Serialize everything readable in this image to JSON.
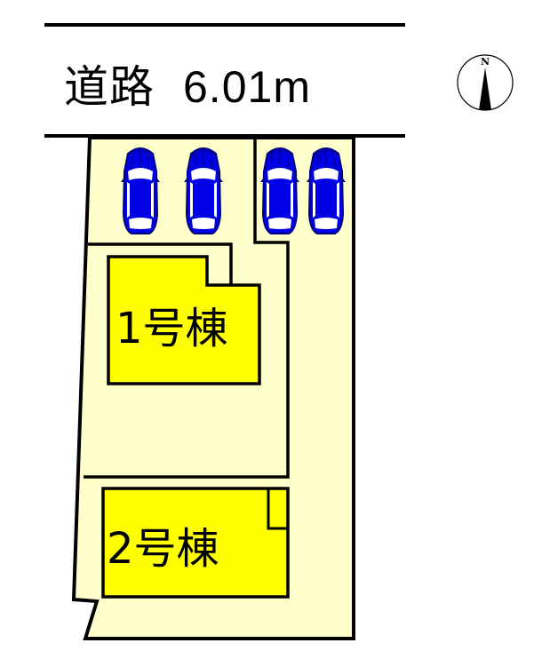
{
  "road": {
    "name": "道路",
    "width": "6.01m"
  },
  "compass": {
    "label": "N"
  },
  "buildings": [
    {
      "label": "1号棟",
      "color": "#ffff00"
    },
    {
      "label": "2号棟",
      "color": "#ffff00"
    }
  ],
  "colors": {
    "lot_fill": "#ffffcc",
    "building_fill": "#ffff00",
    "car_body": "#0000e6",
    "car_outline": "#000080",
    "line": "#000000"
  },
  "parking": {
    "car_count": 4
  }
}
